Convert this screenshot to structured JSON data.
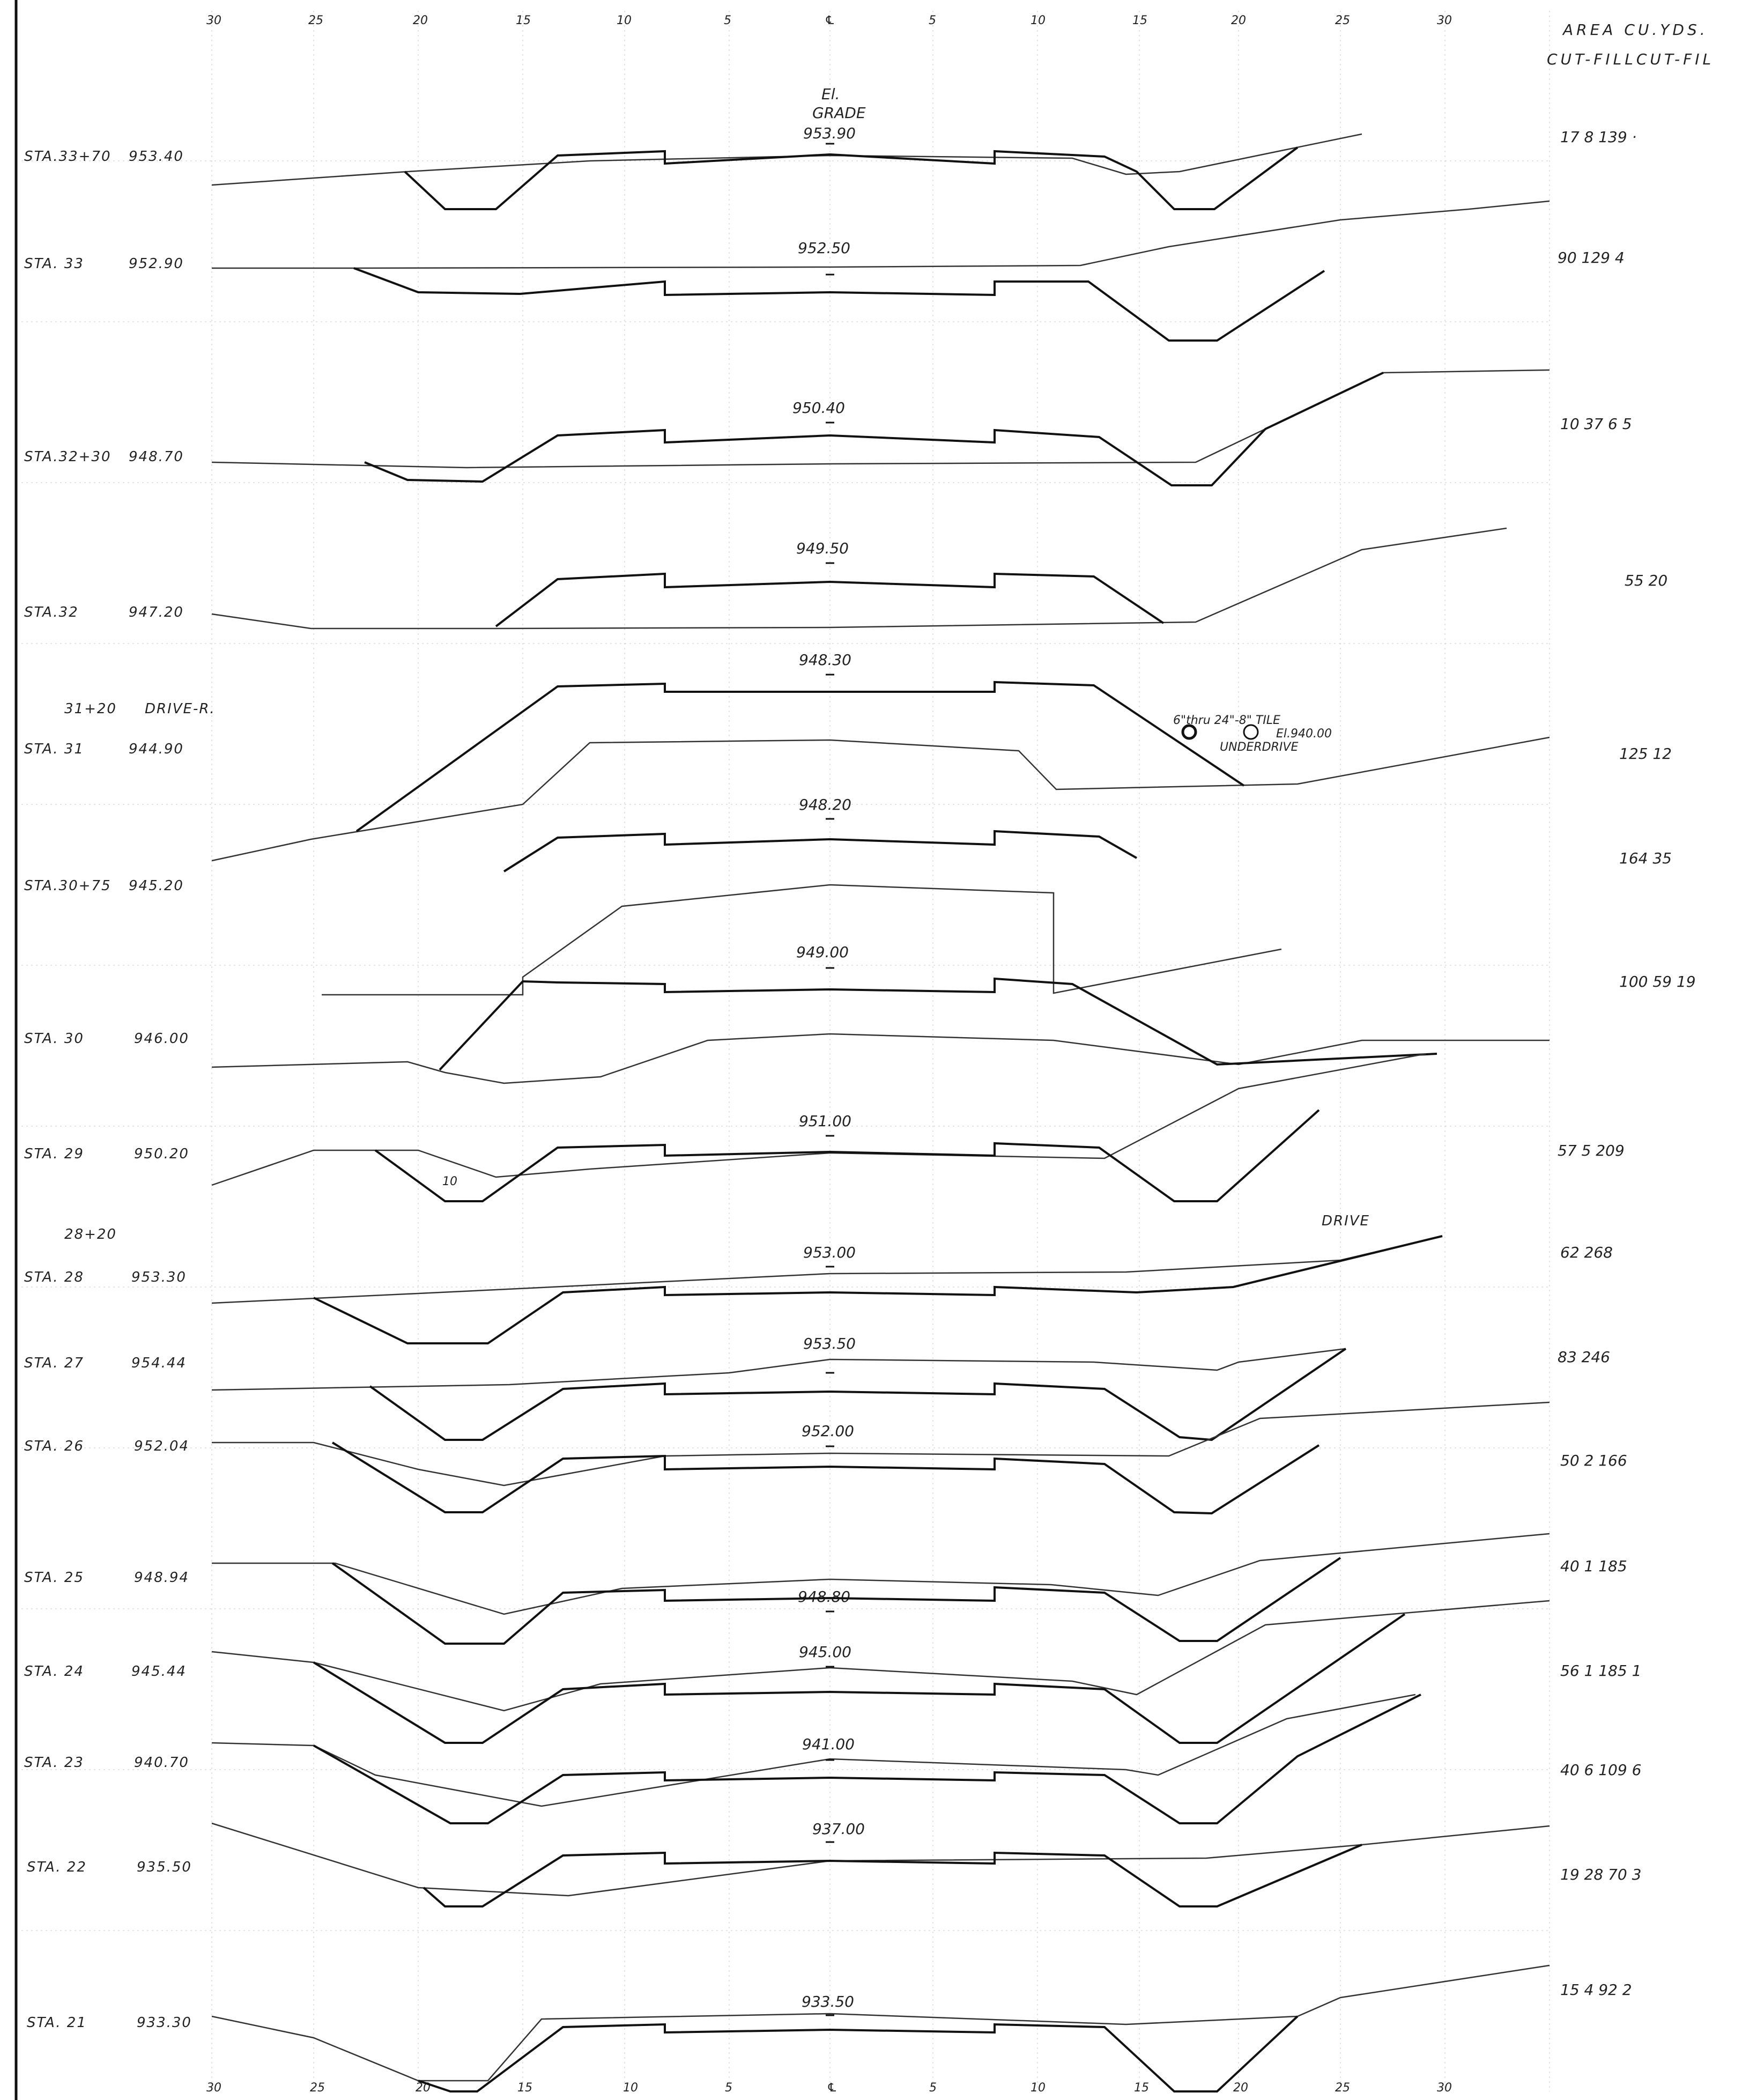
{
  "header": {
    "line1": "AREA   CU.YDS.",
    "line2": "CUT-FILLCUT-FIL"
  },
  "axis": {
    "labels": [
      "30",
      "25",
      "20",
      "15",
      "10",
      "5",
      "℄",
      "5",
      "10",
      "15",
      "20",
      "25",
      "30"
    ]
  },
  "grade_heading": {
    "line1": "El.",
    "line2": "GRADE"
  },
  "notes": {
    "drive_r_station": "31+20",
    "drive_r_text": "DRIVE-R.",
    "drive_28_station": "28+20",
    "drive_28_text": "DRIVE",
    "tile_text": "6\"thru 24\"-8\" TILE",
    "tile_elev": "El.940.00",
    "underdrive": "UNDERDRIVE",
    "sketch_note_1": "10"
  },
  "stations": [
    {
      "station": "STA.33+70",
      "ground": "953.40",
      "grade": "953.90",
      "quantities": "17   8 139   ·"
    },
    {
      "station": "STA. 33",
      "ground": "952.90",
      "grade": "952.50",
      "quantities": "90        129   4"
    },
    {
      "station": "STA.32+30",
      "ground": "948.70",
      "grade": "950.40",
      "quantities": "10   37   6    5"
    },
    {
      "station": "STA.32",
      "ground": "947.20",
      "grade": "949.50",
      "quantities": "55        20"
    },
    {
      "station": "STA. 31",
      "ground": "944.90",
      "grade": "948.30",
      "quantities": "125       12"
    },
    {
      "station": "STA.30+75",
      "ground": "945.20",
      "grade": "948.20",
      "quantities": "164       35"
    },
    {
      "station": "STA. 30",
      "ground": "946.00",
      "grade": "949.00",
      "quantities": "100  59   19"
    },
    {
      "station": "STA. 29",
      "ground": "950.20",
      "grade": "951.00",
      "quantities": "57     5 209"
    },
    {
      "station": "STA. 28",
      "ground": "953.30",
      "grade": "953.00",
      "quantities": "62       268"
    },
    {
      "station": "STA. 27",
      "ground": "954.44",
      "grade": "953.50",
      "quantities": "83       246"
    },
    {
      "station": "STA. 26",
      "ground": "952.04",
      "grade": "952.00",
      "quantities": "50    2 166"
    },
    {
      "station": "STA. 25",
      "ground": "948.94",
      "grade": "948.80",
      "quantities": "40    1 185"
    },
    {
      "station": "STA. 24",
      "ground": "945.44",
      "grade": "945.00",
      "quantities": "56    1 185   1"
    },
    {
      "station": "STA. 23",
      "ground": "940.70",
      "grade": "941.00",
      "quantities": "40    6 109   6"
    },
    {
      "station": "STA. 22",
      "ground": "935.50",
      "grade": "937.00",
      "quantities": "19    28 70   3"
    },
    {
      "station": "STA. 21",
      "ground": "933.30",
      "grade": "933.50",
      "quantities": "15    4  92   2"
    }
  ]
}
